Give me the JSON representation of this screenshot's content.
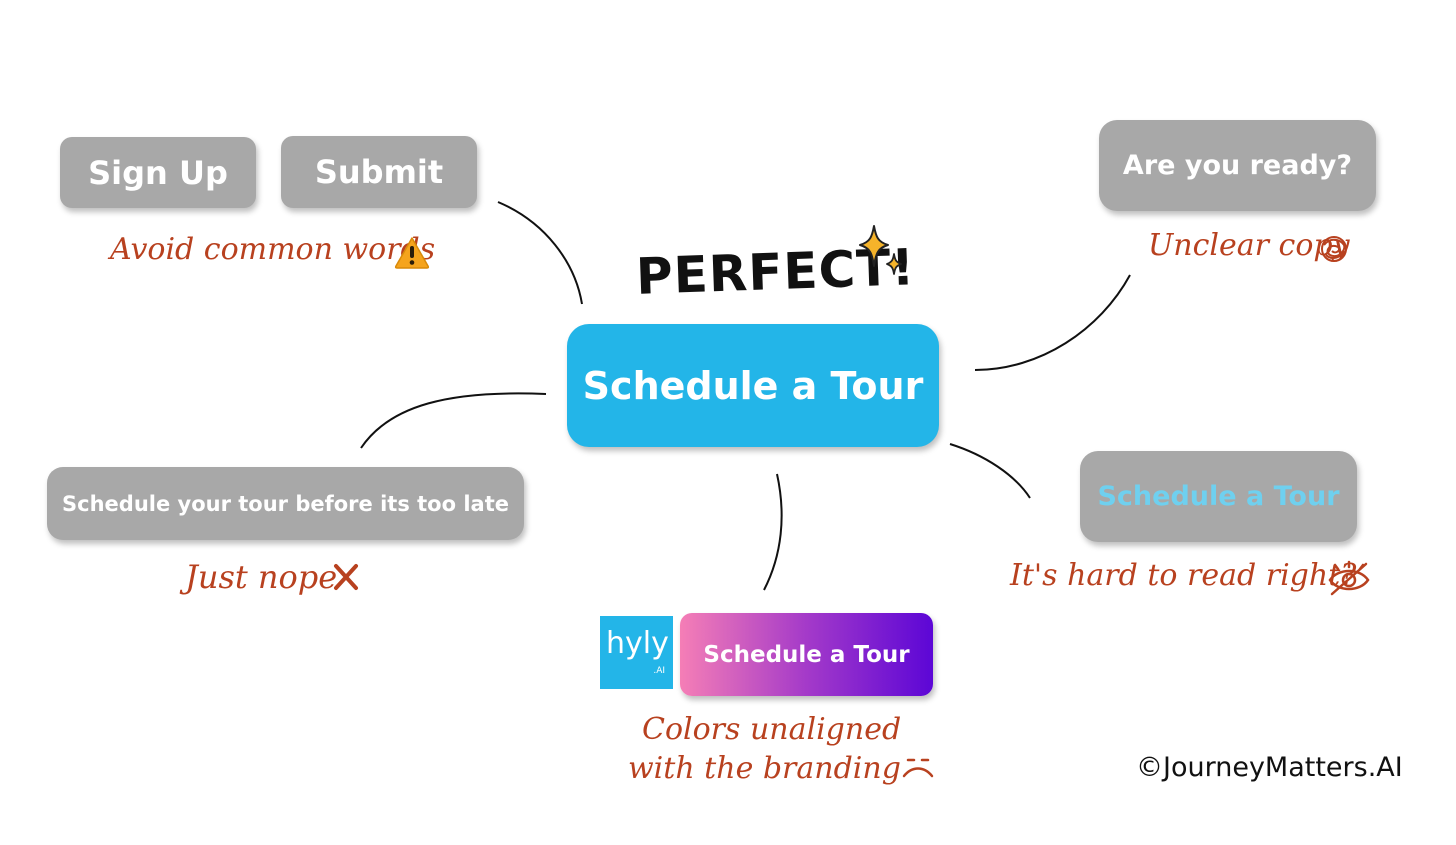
{
  "center": {
    "headline": "PERFECT!",
    "button_label": "Schedule a Tour",
    "accent_color": "#23b5e8"
  },
  "examples": {
    "common_words": {
      "buttons": [
        "Sign Up",
        "Submit"
      ],
      "note": "Avoid common words",
      "note_icon": "warning-icon"
    },
    "unclear_copy": {
      "button_label": "Are you ready?",
      "note": "Unclear copy",
      "note_icon": "tangle-icon"
    },
    "too_long": {
      "button_label": "Schedule your tour before its too late",
      "note": "Just nope",
      "note_icon": "cross-icon"
    },
    "low_contrast": {
      "button_label": "Schedule a Tour",
      "note": "It's hard to read right?",
      "note_icon": "eye-slash-icon",
      "text_color": "#6fd0ef"
    },
    "branding": {
      "logo_text": "hyly",
      "logo_suffix": ".AI",
      "logo_color": "#23b5e8",
      "button_label": "Schedule a Tour",
      "gradient_from": "#f57eb6",
      "gradient_to": "#5c06d6",
      "note_line1": "Colors unaligned",
      "note_line2": "with the branding",
      "note_icon": "frown-icon"
    }
  },
  "credit": "©JourneyMatters.AI",
  "colors": {
    "gray_button": "#a8a8a8",
    "note_text": "#b8411f"
  }
}
